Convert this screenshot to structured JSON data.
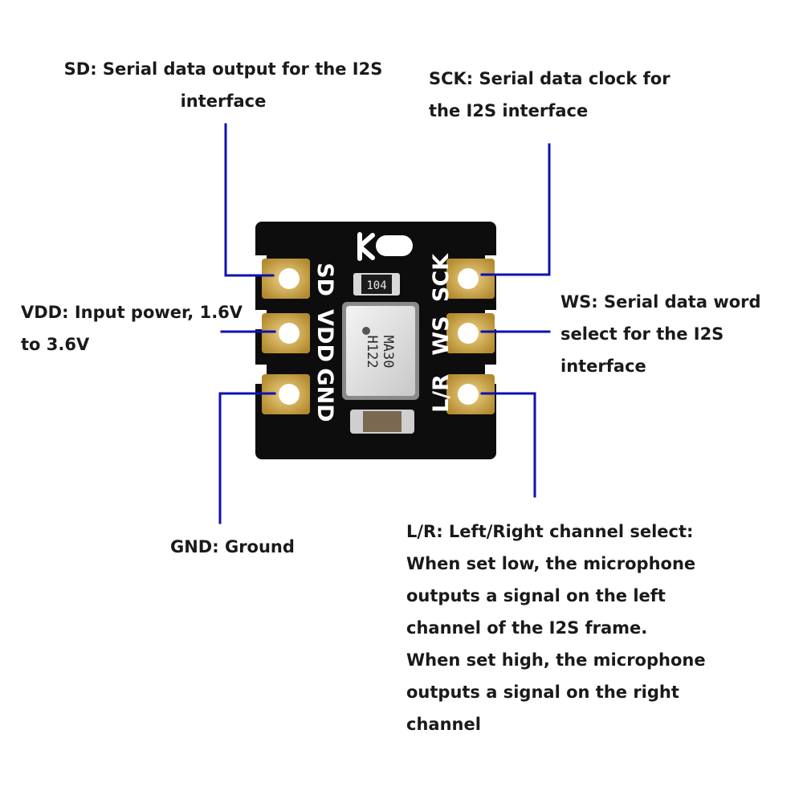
{
  "annotations": {
    "sd": "SD: Serial data output for the I2S\ninterface",
    "sck": "SCK: Serial data clock for\nthe I2S interface",
    "vdd": "VDD: Input power, 1.6V\nto 3.6V",
    "ws": "WS: Serial data word\nselect for the I2S\ninterface",
    "gnd": "GND: Ground",
    "lr": "L/R: Left/Right channel select:\nWhen set low, the microphone\noutputs a signal on the left\nchannel of the I2S frame.\nWhen set high, the microphone\noutputs a signal on the right\nchannel"
  },
  "board": {
    "silkscreen_left": [
      "SD",
      "VDD",
      "GND"
    ],
    "silkscreen_right": [
      "SCK",
      "WS",
      "L/R"
    ],
    "resistor_code": "104",
    "chip_line1": "MA30",
    "chip_line2": "H122"
  },
  "colors": {
    "leader_line": "#1010b0",
    "pcb": "#0d0d0d",
    "pad_gold": "#c9a24a"
  }
}
